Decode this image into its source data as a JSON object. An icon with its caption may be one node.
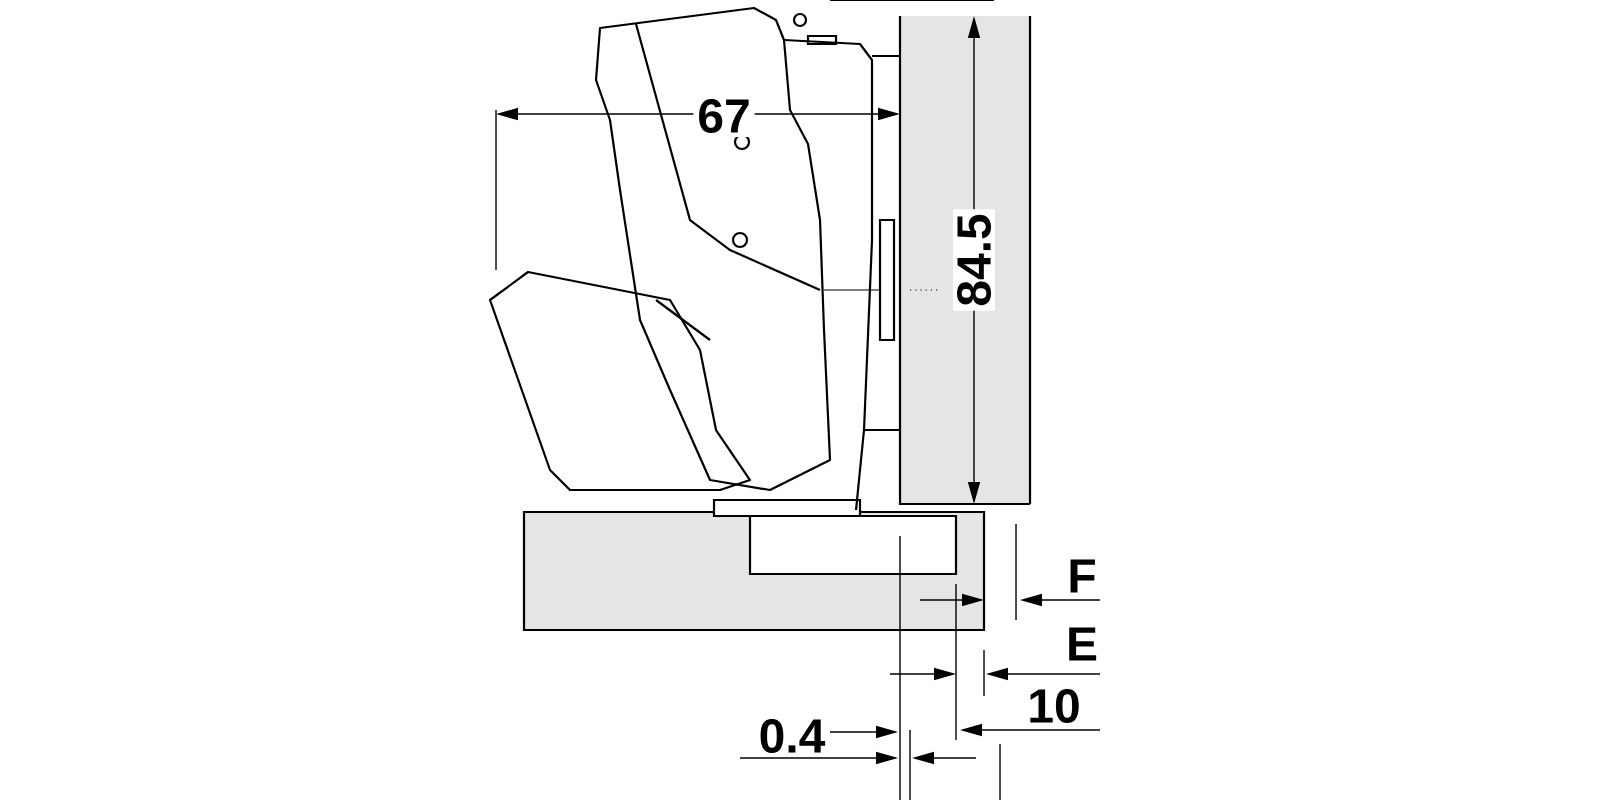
{
  "diagram": {
    "labels": [
      "67",
      "84.5",
      "F",
      "E",
      "10",
      "0.4"
    ]
  }
}
